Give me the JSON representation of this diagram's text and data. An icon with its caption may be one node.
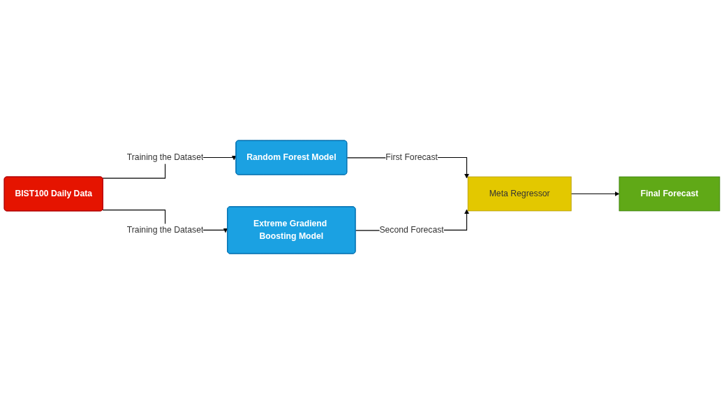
{
  "diagram": {
    "nodes": [
      {
        "text": [
          "BIST100 Daily Data"
        ]
      },
      {
        "text": [
          "Random Forest Model"
        ]
      },
      {
        "text": [
          "Extreme Gradiend Boosting Model"
        ]
      },
      {
        "text": [
          "Meta Regressor"
        ]
      },
      {
        "text": [
          "Final Forecast"
        ]
      }
    ],
    "edges": [
      {
        "from": 0,
        "to": 1,
        "arrow": "to",
        "label": "Training the Dataset"
      },
      {
        "from": 0,
        "to": 2,
        "arrow": "to",
        "label": "Training the Dataset"
      },
      {
        "from": 1,
        "to": 3,
        "arrow": "to",
        "label": "First Forecast"
      },
      {
        "from": 2,
        "to": 3,
        "arrow": "to",
        "label": "Second Forecast"
      },
      {
        "from": 3,
        "to": 4,
        "arrow": "to"
      }
    ]
  }
}
